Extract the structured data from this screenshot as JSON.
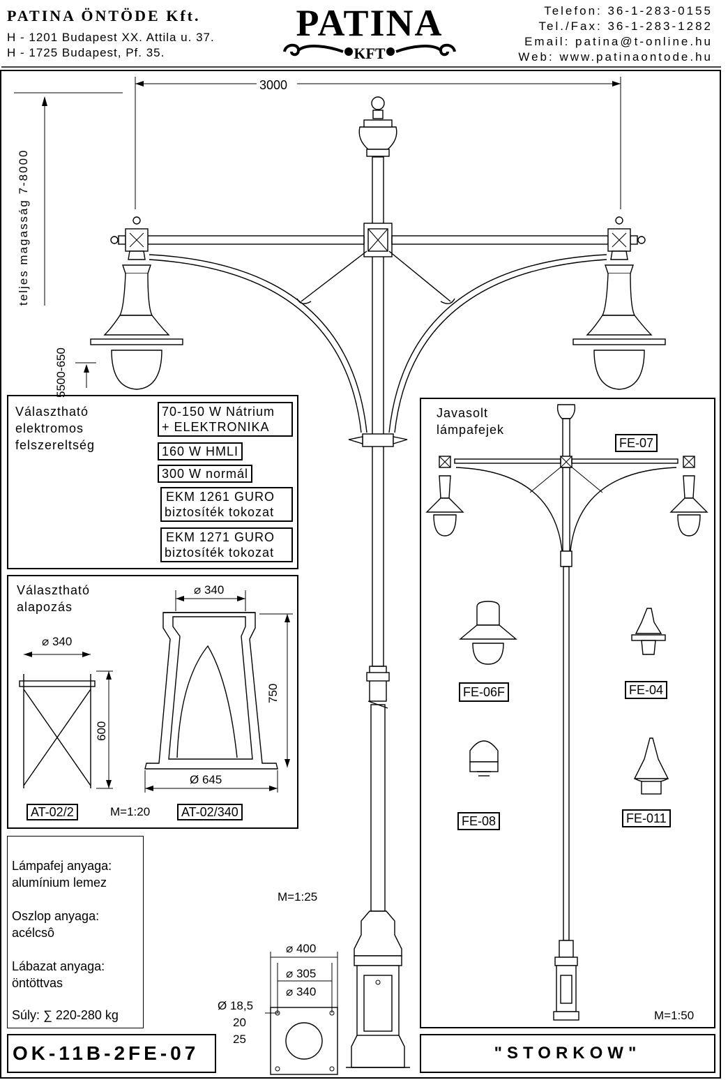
{
  "header": {
    "company": "PATINA ÖNTÖDE Kft.",
    "address1": "H - 1201 Budapest XX. Attila u. 37.",
    "address2": "H - 1725 Budapest, Pf. 35.",
    "logo_main": "PATINA",
    "logo_sub": "KFT",
    "phone": "Telefon: 36-1-283-0155",
    "fax": "Tel./Fax: 36-1-283-1282",
    "email": "Email: patina@t-online.hu",
    "web": "Web: www.patinaontode.hu"
  },
  "drawing": {
    "width_dim": "3000",
    "height_label": "teljes magasság 7-8000",
    "lamp_height_label": "5500-650",
    "scale_main": "M=1:25",
    "base_dims": {
      "d400": "⌀ 400",
      "d305": "⌀ 305",
      "d340": "⌀ 340",
      "d18": "Ø 18,5",
      "v20": "20",
      "v25": "25"
    }
  },
  "electrical": {
    "title1": "Választható",
    "title2": "elektromos",
    "title3": "felszereltség",
    "options": [
      "70-150 W Nátrium",
      "+ ELEKTRONIKA",
      "160 W HMLI",
      "300 W normál",
      "EKM 1261 GURO",
      "biztosíték tokozat",
      "EKM 1271 GURO",
      "biztosíték tokozat"
    ]
  },
  "foundation": {
    "title1": "Választható",
    "title2": "alapozás",
    "d340_a": "⌀ 340",
    "d340_b": "⌀ 340",
    "h600": "600",
    "h750": "750",
    "d645": "Ø 645",
    "code1": "AT-02/2",
    "scale": "M=1:20",
    "code2": "AT-02/340"
  },
  "materials": {
    "l1": "Lámpafej anyaga:",
    "l2": "alumínium lemez",
    "l3": "Oszlop anyaga:",
    "l4": "acélcsô",
    "l5": "Lábazat anyaga:",
    "l6": "öntöttvas",
    "l7": "Súly: ∑ 220-280  kg"
  },
  "heads": {
    "title1": "Javasolt",
    "title2": "lámpafejek",
    "fe07": "FE-07",
    "fe06f": "FE-06F",
    "fe04": "FE-04",
    "fe08": "FE-08",
    "fe011": "FE-011",
    "scale": "M=1:50"
  },
  "footer": {
    "code": "OK-11B-2FE-07",
    "name": "\"STORKOW\""
  }
}
